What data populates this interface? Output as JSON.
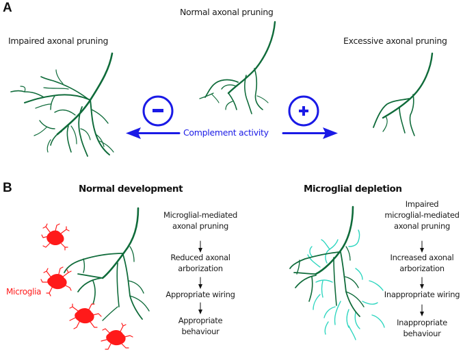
{
  "panel_a": {
    "label": "A",
    "impaired_title": "Impaired axonal pruning",
    "normal_title": "Normal axonal pruning",
    "excessive_title": "Excessive axonal pruning",
    "minus_symbol": "−",
    "plus_symbol": "+",
    "axis_label": "Complement activity"
  },
  "panel_b": {
    "label": "B",
    "microglia_label": "Microglia",
    "normal": {
      "title": "Normal development",
      "steps": [
        "Microglial-mediated\naxonal pruning",
        "Reduced axonal\narborization",
        "Appropriate wiring",
        "Appropriate\nbehaviour"
      ]
    },
    "depletion": {
      "title": "Microglial depletion",
      "steps": [
        "Impaired\nmicroglial-mediated\naxonal pruning",
        "Increased axonal\narborization",
        "Inappropriate wiring",
        "Inappropriate\nbehaviour"
      ]
    }
  },
  "colors": {
    "axon": "#0f6b3a",
    "extra_branches": "#2fd6c0",
    "complement_blue": "#1a1ae6",
    "microglia": "#ff1a1a",
    "text": "#1a1a1a"
  }
}
